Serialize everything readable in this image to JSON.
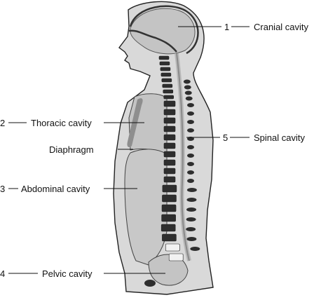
{
  "labels": {
    "cranial": {
      "number": "1",
      "text": "Cranial  cavity"
    },
    "thoracic": {
      "number": "2",
      "text": "Thoracic cavity"
    },
    "diaphragm": {
      "text": "Diaphragm"
    },
    "abdominal": {
      "number": "3",
      "text": "Abdominal cavity"
    },
    "pelvic": {
      "number": "4",
      "text": "Pelvic cavity"
    },
    "spinal": {
      "number": "5",
      "text": "Spinal cavity"
    }
  },
  "colors": {
    "skin": "#d9d9d9",
    "cavity": "#c4c4c4",
    "bone": "#2e2e2e",
    "outline": "#222222",
    "text": "#111111"
  }
}
